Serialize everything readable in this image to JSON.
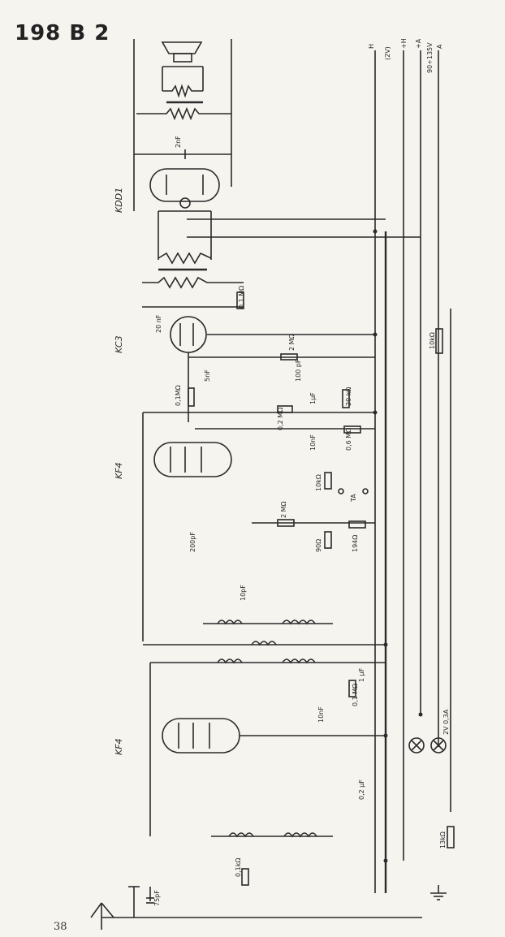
{
  "title": "198 B 2",
  "page_number": "38",
  "tubes": {
    "output": "KDD1",
    "detector": "KC3",
    "rf_upper": "KF4",
    "rf_lower": "KF4"
  },
  "supply_labels": [
    "H",
    "(2V)",
    "+H",
    "+A",
    "90÷135V",
    "A"
  ],
  "components": {
    "c_2nf": "2nF",
    "r_01mohm_top": "0,1 MΩ",
    "c_20nf": "20 nF",
    "r_10kohm_pot": "10kΩ",
    "r_2mohm": "2 MΩ",
    "c_5nf": "5nF",
    "r_01mohm_grid": "0,1MΩ",
    "c_100pf": "100 pF",
    "c_1uf": "1μF",
    "r_20kohm": "20 kΩ",
    "r_02mohm": "0,2 MΩ",
    "c_10nf_mid": "10nF",
    "r_06mohm": "0,6 MΩ",
    "r_10kohm": "10kΩ",
    "ta": "TA",
    "r_2mohm_b": "2 MΩ",
    "c_200pf": "200pF",
    "r_90ohm": "90Ω",
    "r_1940hm": "194Ω",
    "c_10pf": "10pF",
    "c_1uf_b": "1 μF",
    "r_01mohm_b": "0,1 MΩ",
    "c_10nf_low": "10nF",
    "lamp": "2V 0,3A",
    "c_02uf": "0,2 μF",
    "r_13kohm": "13kΩ",
    "r_01kohm": "0,1kΩ",
    "c_75pf": "75pF"
  }
}
